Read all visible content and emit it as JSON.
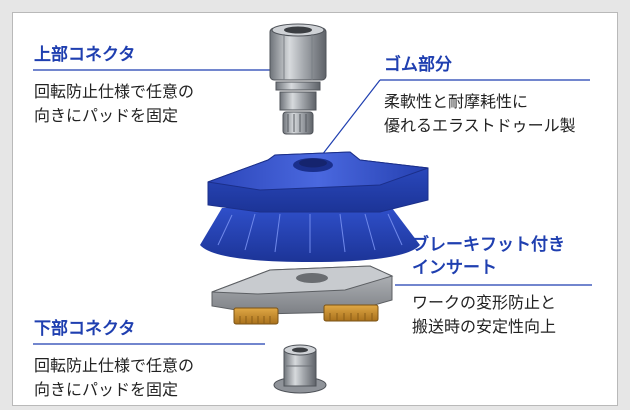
{
  "labels": {
    "upper_connector": {
      "title": "上部コネクタ",
      "desc_line1": "回転防止仕様で任意の",
      "desc_line2": "向きにパッドを固定"
    },
    "rubber_part": {
      "title": "ゴム部分",
      "desc_line1": "柔軟性と耐摩耗性に",
      "desc_line2": "優れるエラストドゥール製"
    },
    "brake_foot_insert": {
      "title_line1": "ブレーキフット付き",
      "title_line2": "インサート",
      "desc_line1": "ワークの変形防止と",
      "desc_line2": "搬送時の安定性向上"
    },
    "lower_connector": {
      "title": "下部コネクタ",
      "desc_line1": "回転防止仕様で任意の",
      "desc_line2": "向きにパッドを固定"
    }
  },
  "colors": {
    "accent": "#1f3fb0",
    "rubber_blue": "#2f4fc9",
    "metal": "#9ea2a8",
    "insert_gray": "#8c8f93",
    "foot_orange": "#c98a2a"
  }
}
